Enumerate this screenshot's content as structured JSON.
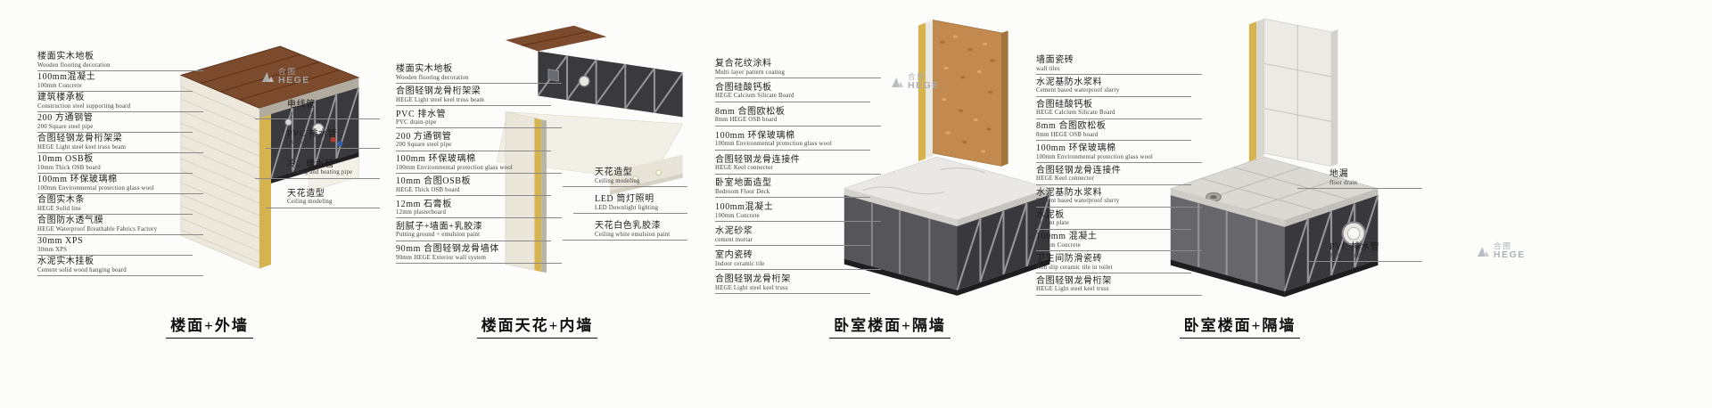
{
  "brand": {
    "zh": "合图",
    "en": "HEGE"
  },
  "colors": {
    "wood": "#7c4a2c",
    "steel_dark": "#3a3a3e",
    "truss_member_gray": "#97989d",
    "insulation_yellow": "#d5b34f",
    "osb_tan": "#c28a4e",
    "siding_cream": "#ece8dc",
    "watermark_gray": "#a6abb1"
  },
  "panels": [
    {
      "id": "floor-exterior-wall",
      "title": "楼面+外墙",
      "left_labels": [
        {
          "zh": "楼面实木地板",
          "en": "Wooden flooring decoration"
        },
        {
          "zh": "100mm混凝土",
          "en": "100mm Concrete"
        },
        {
          "zh": "建筑楼承板",
          "en": "Construction steel supporting board"
        },
        {
          "zh": "200 方通钢管",
          "en": "200 Square steel pipe"
        },
        {
          "zh": "合图轻钢龙骨桁架梁",
          "en": "HEGE Light steel keel truss beam"
        },
        {
          "zh": "10mm OSB板",
          "en": "10mm Thick OSB board"
        },
        {
          "zh": "100mm 环保玻璃棉",
          "en": "100mm Environmental protection glass wool"
        },
        {
          "zh": "合图实木条",
          "en": "HEGE Solid line"
        },
        {
          "zh": "合图防水透气膜",
          "en": "HEGE Waterproof Breathable Fabrics Factory"
        },
        {
          "zh": "30mm XPS",
          "en": "30mm XPS"
        },
        {
          "zh": "水泥实木挂板",
          "en": "Cement solid wood hanging board"
        }
      ],
      "right_labels": [
        {
          "zh": "电线管",
          "en": "deck tube"
        },
        {
          "zh": "PVC 排水管",
          "en": "PVC drain-pipe"
        },
        {
          "zh": "冷、暖水管",
          "en": "Cooling and heating pipe"
        },
        {
          "zh": "天花造型",
          "en": "Ceiling modeling"
        }
      ]
    },
    {
      "id": "floor-ceiling-interior-wall",
      "title": "楼面天花+内墙",
      "left_labels": [
        {
          "zh": "楼面实木地板",
          "en": "Wooden flooring decoration"
        },
        {
          "zh": "合图轻钢龙骨桁架梁",
          "en": "HEGE Light steel keel truss beam"
        },
        {
          "zh": "PVC 排水管",
          "en": "PVC drain-pipe"
        },
        {
          "zh": "200 方通钢管",
          "en": "200 Square steel pipe"
        },
        {
          "zh": "100mm 环保玻璃棉",
          "en": "100mm Environmental protection glass wool"
        },
        {
          "zh": "10mm 合图OSB板",
          "en": "HEGE Thick OSB board"
        },
        {
          "zh": "12mm 石膏板",
          "en": "12mm plasterboard"
        },
        {
          "zh": "刮腻子+墙面+乳胶漆",
          "en": "Putting ground + emulsion paint"
        },
        {
          "zh": "90mm 合图轻钢龙骨墙体",
          "en": "90mm HEGE Exterior wall system"
        }
      ],
      "right_labels": [
        {
          "zh": "天花造型",
          "en": "Ceiling modeling"
        },
        {
          "zh": "LED 筒灯照明",
          "en": "LED Downlight lighting"
        },
        {
          "zh": "天花白色乳胶漆",
          "en": "Ceiling white emulsion paint"
        }
      ]
    },
    {
      "id": "bedroom-floor-partition-wall",
      "title": "卧室楼面+隔墙",
      "left_labels": [
        {
          "zh": "复合花纹涂料",
          "en": "Multi layer pattern coating"
        },
        {
          "zh": "合图硅酸钙板",
          "en": "HEGE Calcium Silicate Board"
        },
        {
          "zh": "8mm 合图欧松板",
          "en": "8mm HEGE OSB board"
        },
        {
          "zh": "100mm 环保玻璃棉",
          "en": "100mm Environmental protection glass wool"
        },
        {
          "zh": "合图轻钢龙骨连接件",
          "en": "HEGE Keel connector"
        },
        {
          "zh": "卧室地面造型",
          "en": "Bedroom Floor Deck"
        },
        {
          "zh": "100mm混凝土",
          "en": "100mm Concrete"
        },
        {
          "zh": "水泥砂浆",
          "en": "cement mortar"
        },
        {
          "zh": "室内瓷砖",
          "en": "Indoor ceramic tile"
        },
        {
          "zh": "合图轻钢龙骨桁架",
          "en": "HEGE Light steel keel truss"
        }
      ],
      "right_labels": []
    },
    {
      "id": "toilet-floor-partition-wall",
      "title": "卧室楼面+隔墙",
      "left_labels": [
        {
          "zh": "墙面瓷砖",
          "en": "wall tiles"
        },
        {
          "zh": "水泥基防水浆料",
          "en": "Cement based waterproof slurry"
        },
        {
          "zh": "合图硅酸钙板",
          "en": "HEGE Calcium Silicate Board"
        },
        {
          "zh": "8mm 合图欧松板",
          "en": "8mm HEGE OSB board"
        },
        {
          "zh": "100mm 环保玻璃棉",
          "en": "100mm Environmental protection glass wool"
        },
        {
          "zh": "合图轻钢龙骨连接件",
          "en": "HEGE Keel connector"
        },
        {
          "zh": "水泥基防水浆料",
          "en": "Cement based waterproof slurry"
        },
        {
          "zh": "水泥板",
          "en": "cement plate"
        },
        {
          "zh": "100mm 混凝土",
          "en": "100mm Concrete"
        },
        {
          "zh": "卫生间防滑瓷砖",
          "en": "Non slip ceramic tile in toilet"
        },
        {
          "zh": "合图轻钢龙骨桁架",
          "en": "HEGE Light steel keel truss"
        }
      ],
      "right_labels": [
        {
          "zh": "地漏",
          "en": "floor drain"
        },
        {
          "zh": "PVC 排水管",
          "en": "PVC fall tube"
        }
      ]
    }
  ]
}
